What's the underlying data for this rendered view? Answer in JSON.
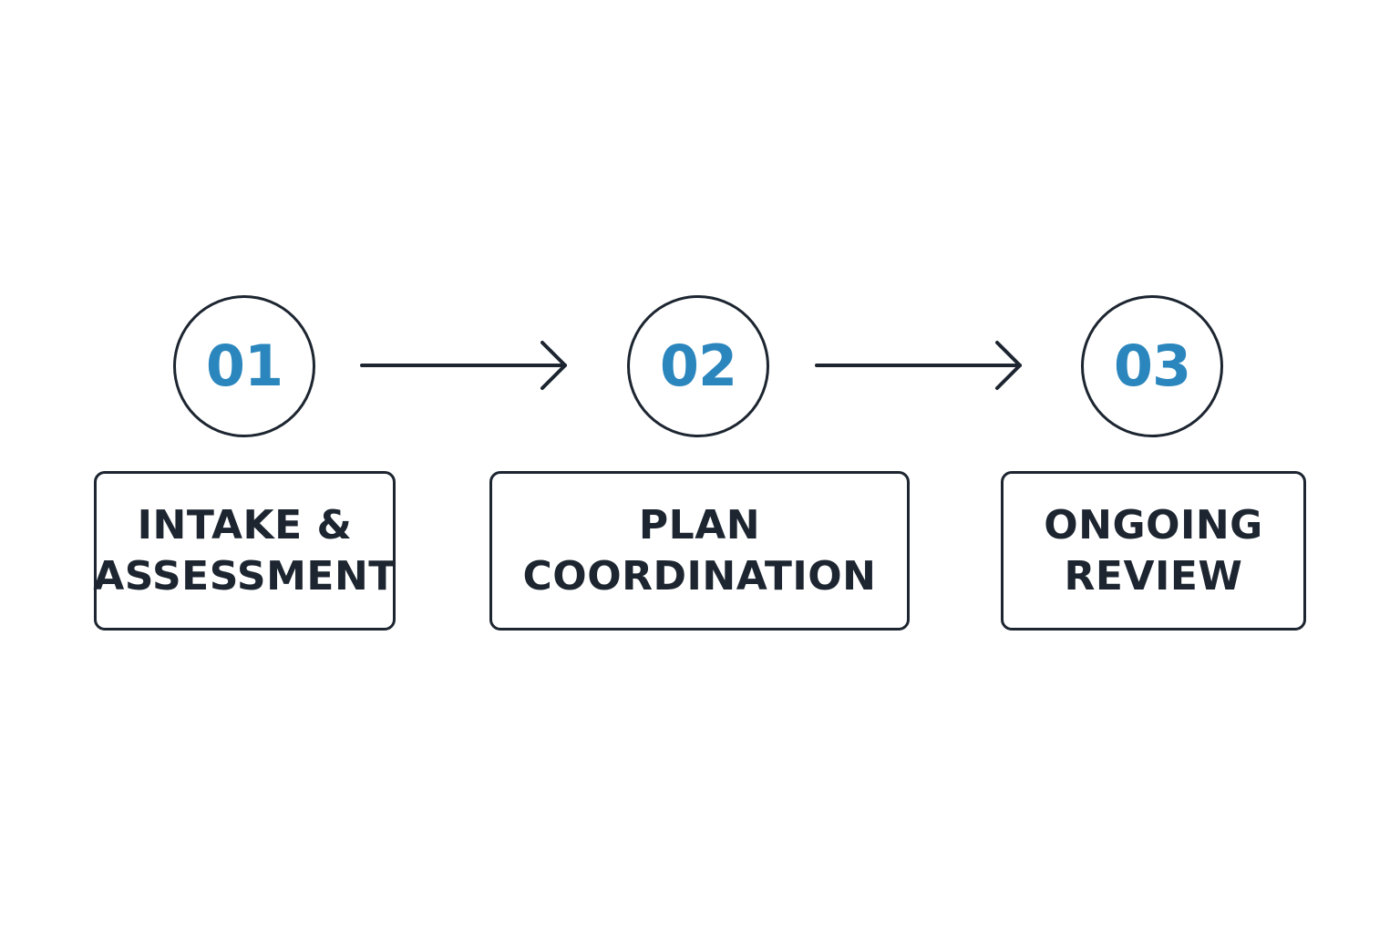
{
  "steps": [
    {
      "number": "01",
      "label": "INTAKE &\nASSESSMENT"
    },
    {
      "number": "02",
      "label": "PLAN\nCOORDINATION"
    },
    {
      "number": "03",
      "label": "ONGOING\nREVIEW"
    }
  ],
  "icons": {
    "connector": "arrow-right-icon"
  },
  "colors": {
    "number_accent": "#2a86bd",
    "outline": "#1c2530",
    "background": "#ffffff"
  }
}
